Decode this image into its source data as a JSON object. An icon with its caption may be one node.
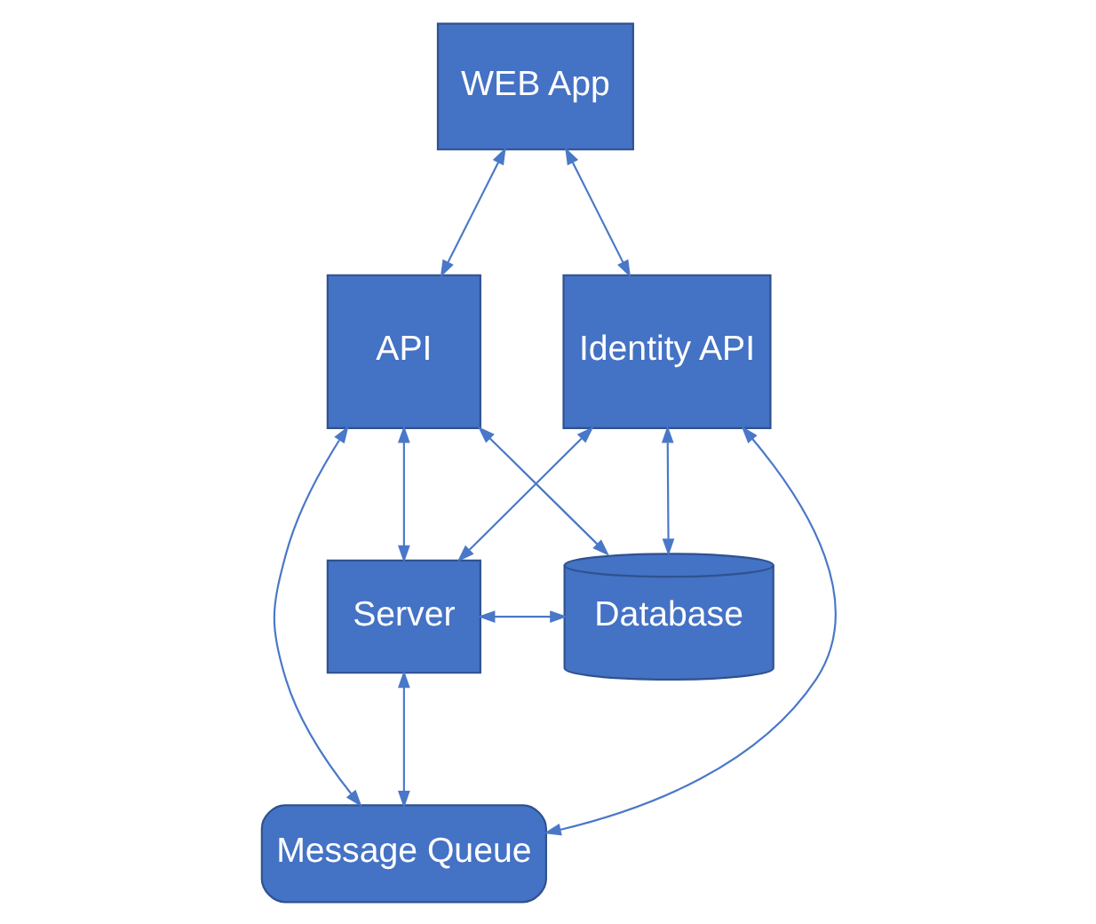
{
  "diagram": {
    "nodes": [
      {
        "text": [
          "WEB App"
        ]
      },
      {
        "text": [
          "Identity API"
        ]
      },
      {
        "text": [
          "API"
        ]
      },
      {
        "text": [
          "Database"
        ]
      },
      {
        "text": [
          "Server"
        ]
      },
      {
        "text": [
          "Message Queue"
        ]
      }
    ],
    "edges": [
      {
        "from": 0,
        "to": 1,
        "arrow": "both"
      },
      {
        "from": 0,
        "to": 2,
        "arrow": "both"
      },
      {
        "from": 1,
        "to": 3,
        "arrow": "both"
      },
      {
        "from": 1,
        "to": 5,
        "arrow": "both"
      },
      {
        "from": 1,
        "to": 4,
        "arrow": "both"
      },
      {
        "from": 2,
        "to": 3,
        "arrow": "both"
      },
      {
        "from": 2,
        "to": 5,
        "arrow": "both"
      },
      {
        "from": 2,
        "to": 4,
        "arrow": "both"
      },
      {
        "from": 3,
        "to": 4,
        "arrow": "both"
      },
      {
        "from": 4,
        "to": 5,
        "arrow": "both"
      }
    ]
  }
}
